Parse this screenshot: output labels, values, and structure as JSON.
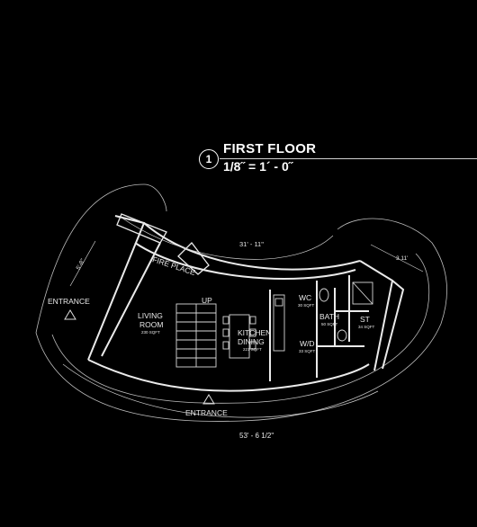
{
  "title": {
    "number": "1",
    "name": "FIRST FLOOR",
    "scale": "1/8˝ = 1´ - 0˝"
  },
  "rooms": {
    "fireplace": "FIRE PLACE",
    "living": {
      "name1": "LIVING",
      "name2": "ROOM",
      "area": "230 SQFT"
    },
    "up": "UP",
    "kitchen": {
      "name1": "KITCHEN",
      "name2": "DINING",
      "area": "221 SQFT"
    },
    "wc": {
      "name": "WC",
      "area": "30 SQFT"
    },
    "bath": {
      "name": "BATH",
      "area": "50 SQFT"
    },
    "wd": {
      "name": "W/D",
      "area": "33 SQFT"
    },
    "st": {
      "name": "ST",
      "area": "34 SQFT"
    }
  },
  "entrances": {
    "left": "ENTRANCE",
    "bottom": "ENTRANCE"
  },
  "dimensions": {
    "top": "31' - 11\"",
    "bottom": "53' - 6 1/2\"",
    "left": "5'-8\"",
    "right": "3.11'"
  },
  "colors": {
    "background": "#000000",
    "line": "#e6e6e6"
  }
}
